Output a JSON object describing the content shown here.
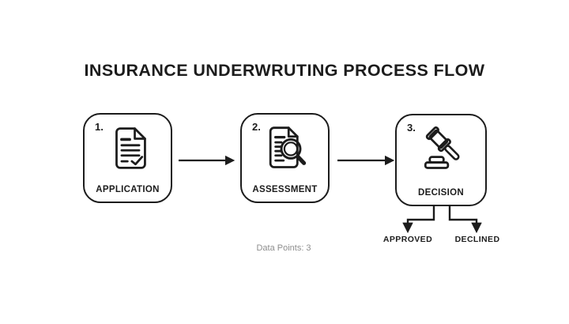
{
  "title": "INSURANCE UNDERWRUTING PROCESS FLOW",
  "steps": [
    {
      "number": "1.",
      "label": "APPLICATION",
      "icon": "document-check-icon"
    },
    {
      "number": "2.",
      "label": "ASSESSMENT",
      "icon": "document-search-icon"
    },
    {
      "number": "3.",
      "label": "DECISION",
      "icon": "gavel-icon"
    }
  ],
  "outcomes": [
    {
      "label": "APPROVED"
    },
    {
      "label": "DECLINED"
    }
  ],
  "footer": {
    "data_points": "Data Points: 3"
  },
  "colors": {
    "ink": "#1c1c1c",
    "muted_text": "#8e8e8e",
    "background": "#ffffff"
  }
}
